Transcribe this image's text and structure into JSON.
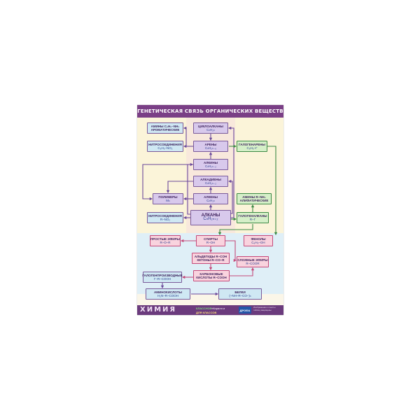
{
  "title": "ГЕНЕТИЧЕСКАЯ СВЯЗЬ ОРГАНИЧЕСКИХ ВЕЩЕСТВ",
  "boxes": {
    "amines_arom": {
      "label": "АМИНЫ C₆H₅–NH₂",
      "sub": "АРОМАТИЧЕСКИЕ"
    },
    "cycloalkanes": {
      "label": "ЦИКЛОАЛКАНЫ",
      "formula": "CₙH₂ₙ"
    },
    "nitro_arom": {
      "label": "НИТРОСОЕДИНЕНИЯ",
      "formula": "C₆H₅–NO₂"
    },
    "arenes": {
      "label": "АРЕНЫ",
      "formula": "CₙH₂ₙ₋₆"
    },
    "haloarenes": {
      "label": "ГАЛОГЕНАРЕНЫ",
      "formula": "C₆H₅–Г"
    },
    "alkynes": {
      "label": "АЛКИНЫ",
      "formula": "CₙH₂ₙ₋₂"
    },
    "alkadienes": {
      "label": "АЛКАДИЕНЫ",
      "formula": "CₙH₂ₙ₋₂"
    },
    "polymers": {
      "label": "ПОЛИМЕРЫ",
      "formula": "Mₙ"
    },
    "alkenes": {
      "label": "АЛКЕНЫ",
      "formula": "CₙH₂ₙ"
    },
    "amines_aliph": {
      "label": "АМИНЫ R–NH₂",
      "sub": "АЛИФАТИЧЕСКИЕ"
    },
    "nitro_aliph": {
      "label": "НИТРОСОЕДИНЕНИЯ",
      "formula": "R–NO₂"
    },
    "alkanes": {
      "label": "АЛКАНЫ",
      "formula": "CₙH₂ₙ₊₂"
    },
    "haloalkanes": {
      "label": "ГАЛОГЕНАЛКАНЫ",
      "formula": "R–Г"
    },
    "ethers": {
      "label": "ПРОСТЫЕ ЭФИРЫ",
      "formula": "R–O–R"
    },
    "alcohols": {
      "label": "СПИРТЫ",
      "formula": "R–OH"
    },
    "phenols": {
      "label": "ФЕНОЛЫ",
      "formula": "C₆H₅–OH"
    },
    "aldehydes": {
      "label": "АЛЬДЕГИДЫ R–COH",
      "sub": "КЕТОНЫ R–CO–R"
    },
    "esters": {
      "label": "СЛОЖНЫЕ ЭФИРЫ",
      "formula": "R–COOR"
    },
    "halo_acids": {
      "label": "ГАЛОГЕНПРОИЗВОДНЫЕ",
      "formula": "Г–R–COOH"
    },
    "carboxylic": {
      "label": "КАРБОНОВЫЕ",
      "sub": "КИСЛОТЫ R–COOH"
    },
    "amino_acids": {
      "label": "АМИНОКИСЛОТЫ",
      "formula": "H₂N–R–COOH"
    },
    "proteins": {
      "label": "БЕЛКИ",
      "formula": "(–NH–R–CO–)ₙ"
    }
  },
  "footer": {
    "brand": "ХИМИЯ",
    "pub1": "КЛАССНОЕ",
    "pub2": "«Кирилл и",
    "pub3": "ДЛЯ КЛАССОВ",
    "logo": "ДРОФА",
    "info": "Изображения и тексты таблиц защищены"
  },
  "colors": {
    "title": "#7a3f86",
    "arrows": "#6b4a9c",
    "green_arrows": "#3d8a45",
    "pink_arrows": "#c44a7a"
  }
}
